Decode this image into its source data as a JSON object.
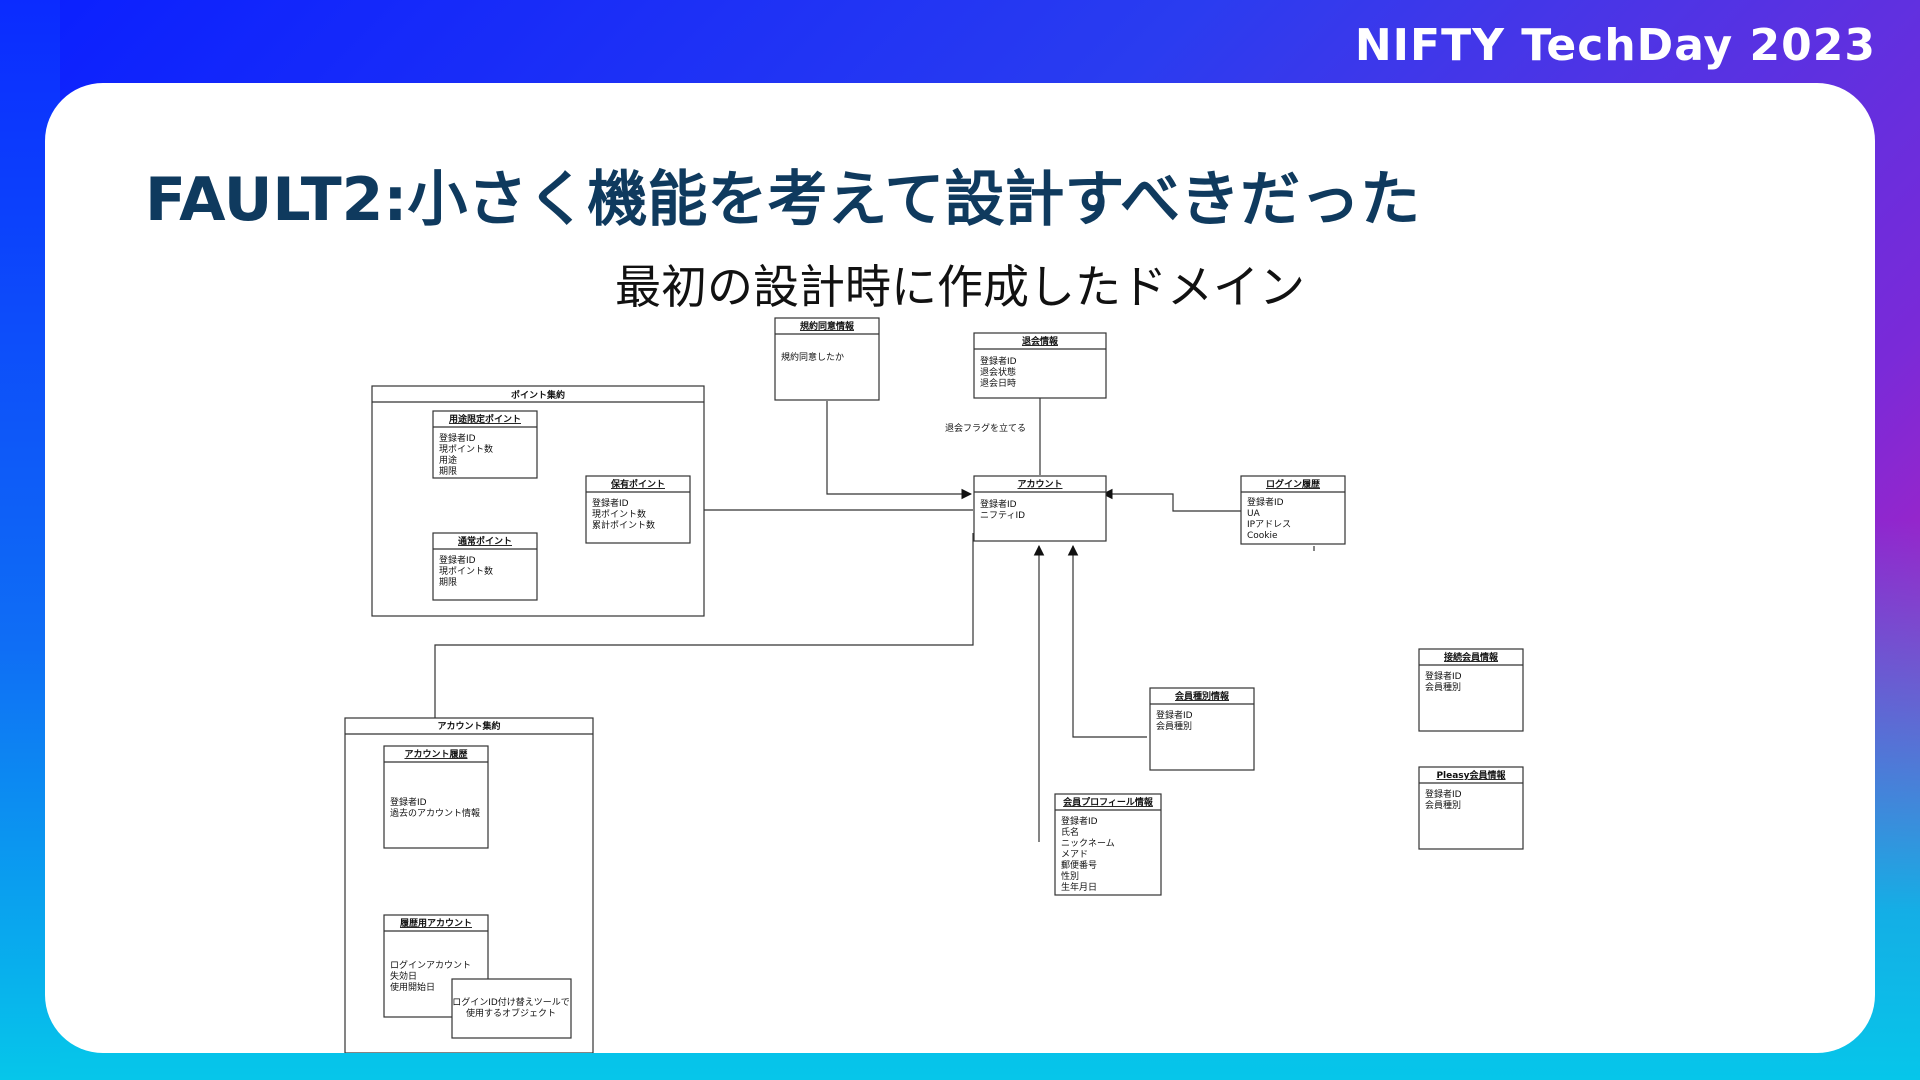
{
  "brand": "NIFTY TechDay 2023",
  "slide": {
    "title": "FAULT2:小さく機能を考えて設計すべきだった",
    "subtitle": "最初の設計時に作成したドメイン"
  },
  "diagram": {
    "point_package": "ポイント集約",
    "account_package": "アカウント集約",
    "entities": {
      "terms": {
        "title": "規約同意情報",
        "attrs": [
          "規約同意したか"
        ]
      },
      "withdrawal": {
        "title": "退会情報",
        "attrs": [
          "登録者ID",
          "退会状態",
          "退会日時"
        ]
      },
      "limited_point": {
        "title": "用途限定ポイント",
        "attrs": [
          "登録者ID",
          "現ポイント数",
          "用途",
          "期限"
        ]
      },
      "owned_point": {
        "title": "保有ポイント",
        "attrs": [
          "登録者ID",
          "現ポイント数",
          "累計ポイント数"
        ]
      },
      "normal_point": {
        "title": "通常ポイント",
        "attrs": [
          "登録者ID",
          "現ポイント数",
          "期限"
        ]
      },
      "account": {
        "title": "アカウント",
        "attrs": [
          "登録者ID",
          "ニフティID"
        ]
      },
      "login_history": {
        "title": "ログイン履歴",
        "attrs": [
          "登録者ID",
          "UA",
          "IPアドレス",
          "Cookie"
        ]
      },
      "member_type": {
        "title": "会員種別情報",
        "attrs": [
          "登録者ID",
          "会員種別"
        ]
      },
      "member_profile": {
        "title": "会員プロフィール情報",
        "attrs": [
          "登録者ID",
          "氏名",
          "ニックネーム",
          "メアド",
          "郵便番号",
          "性別",
          "生年月日"
        ]
      },
      "connection_member": {
        "title": "接続会員情報",
        "attrs": [
          "登録者ID",
          "会員種別"
        ]
      },
      "pleasy_member": {
        "title": "Pleasy会員情報",
        "attrs": [
          "登録者ID",
          "会員種別"
        ]
      },
      "account_history": {
        "title": "アカウント履歴",
        "attrs": [
          "登録者ID",
          "過去のアカウント情報"
        ]
      },
      "history_account": {
        "title": "履歴用アカウント",
        "attrs": [
          "ログインアカウント",
          "失効日",
          "使用開始日"
        ]
      }
    },
    "note": [
      "ログインID付け替えツールで",
      "使用するオブジェクト"
    ],
    "edge_label": "退会フラグを立てる"
  }
}
